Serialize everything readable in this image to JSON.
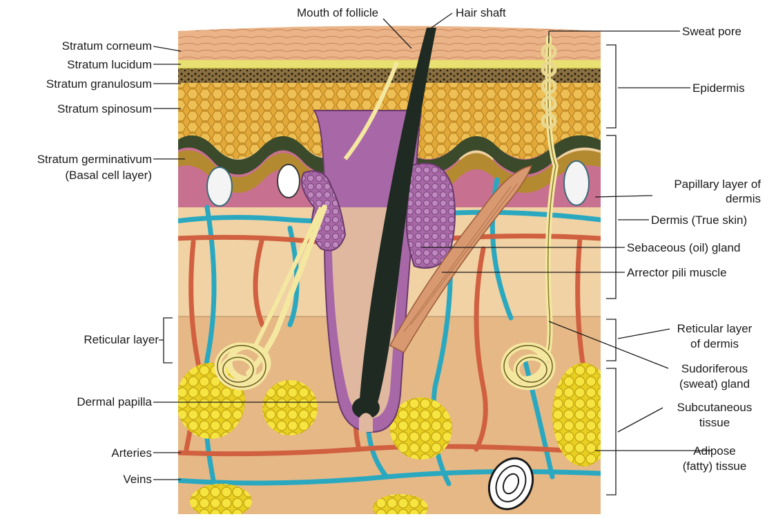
{
  "diagram": {
    "labels_left": {
      "stratum_corneum": "Stratum corneum",
      "stratum_lucidum": "Stratum lucidum",
      "stratum_granulosum": "Stratum granulosum",
      "stratum_spinosum": "Stratum spinosum",
      "stratum_germinativum_line1": "Stratum germinativum",
      "stratum_germinativum_line2": "(Basal cell layer)",
      "reticular_layer": "Reticular layer",
      "dermal_papilla": "Dermal papilla",
      "arteries": "Arteries",
      "veins": "Veins"
    },
    "labels_top": {
      "mouth_of_follicle": "Mouth of follicle",
      "hair_shaft": "Hair shaft"
    },
    "labels_right": {
      "sweat_pore": "Sweat pore",
      "epidermis": "Epidermis",
      "papillary_line1": "Papillary layer of",
      "papillary_line2": "dermis",
      "dermis": "Dermis (True skin)",
      "sebaceous": "Sebaceous (oil) gland",
      "arrector": "Arrector pili muscle",
      "reticular_dermis_line1": "Reticular layer",
      "reticular_dermis_line2": "of dermis",
      "sudoriferous_line1": "Sudoriferous",
      "sudoriferous_line2": "(sweat) gland",
      "subcutaneous_line1": "Subcutaneous",
      "subcutaneous_line2": "tissue",
      "adipose_line1": "Adipose",
      "adipose_line2": "(fatty) tissue"
    },
    "colors": {
      "corneum": "#e8b080",
      "lucidum": "#e8e070",
      "granulosum": "#5a4a30",
      "spinosum": "#e0a030",
      "germinativum": "#3a4a2a",
      "basal_pink": "#c87090",
      "dermis": "#f0d4a8",
      "reticular": "#e8c090",
      "subcutaneous": "#e8b888",
      "artery": "#d06040",
      "vein": "#2aa8c0",
      "fat": "#f2dc20",
      "hair": "#1e2a22",
      "gland_purple": "#a060a0",
      "muscle": "#d89870",
      "sweat_duct": "#f4e8a0"
    }
  }
}
